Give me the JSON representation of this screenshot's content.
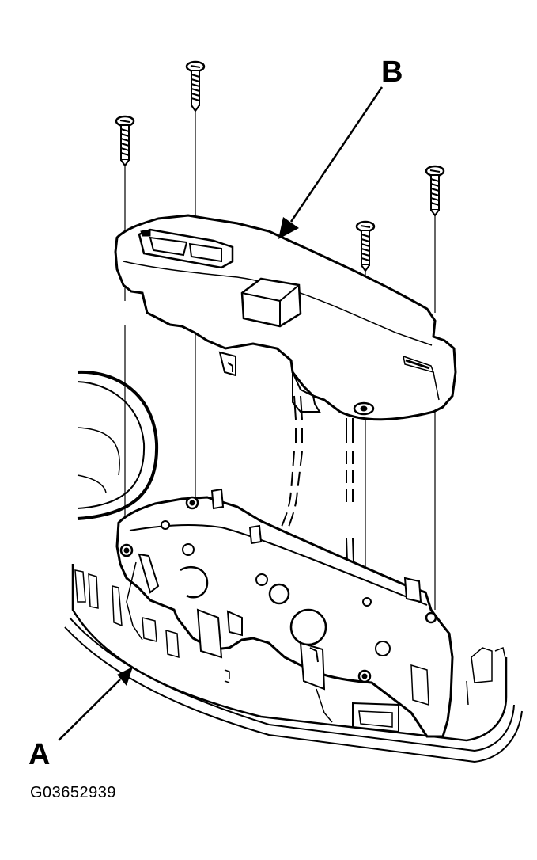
{
  "callouts": {
    "a": "A",
    "b": "B"
  },
  "figure_code": "G03652939",
  "colors": {
    "line": "#000000",
    "background": "#ffffff"
  }
}
